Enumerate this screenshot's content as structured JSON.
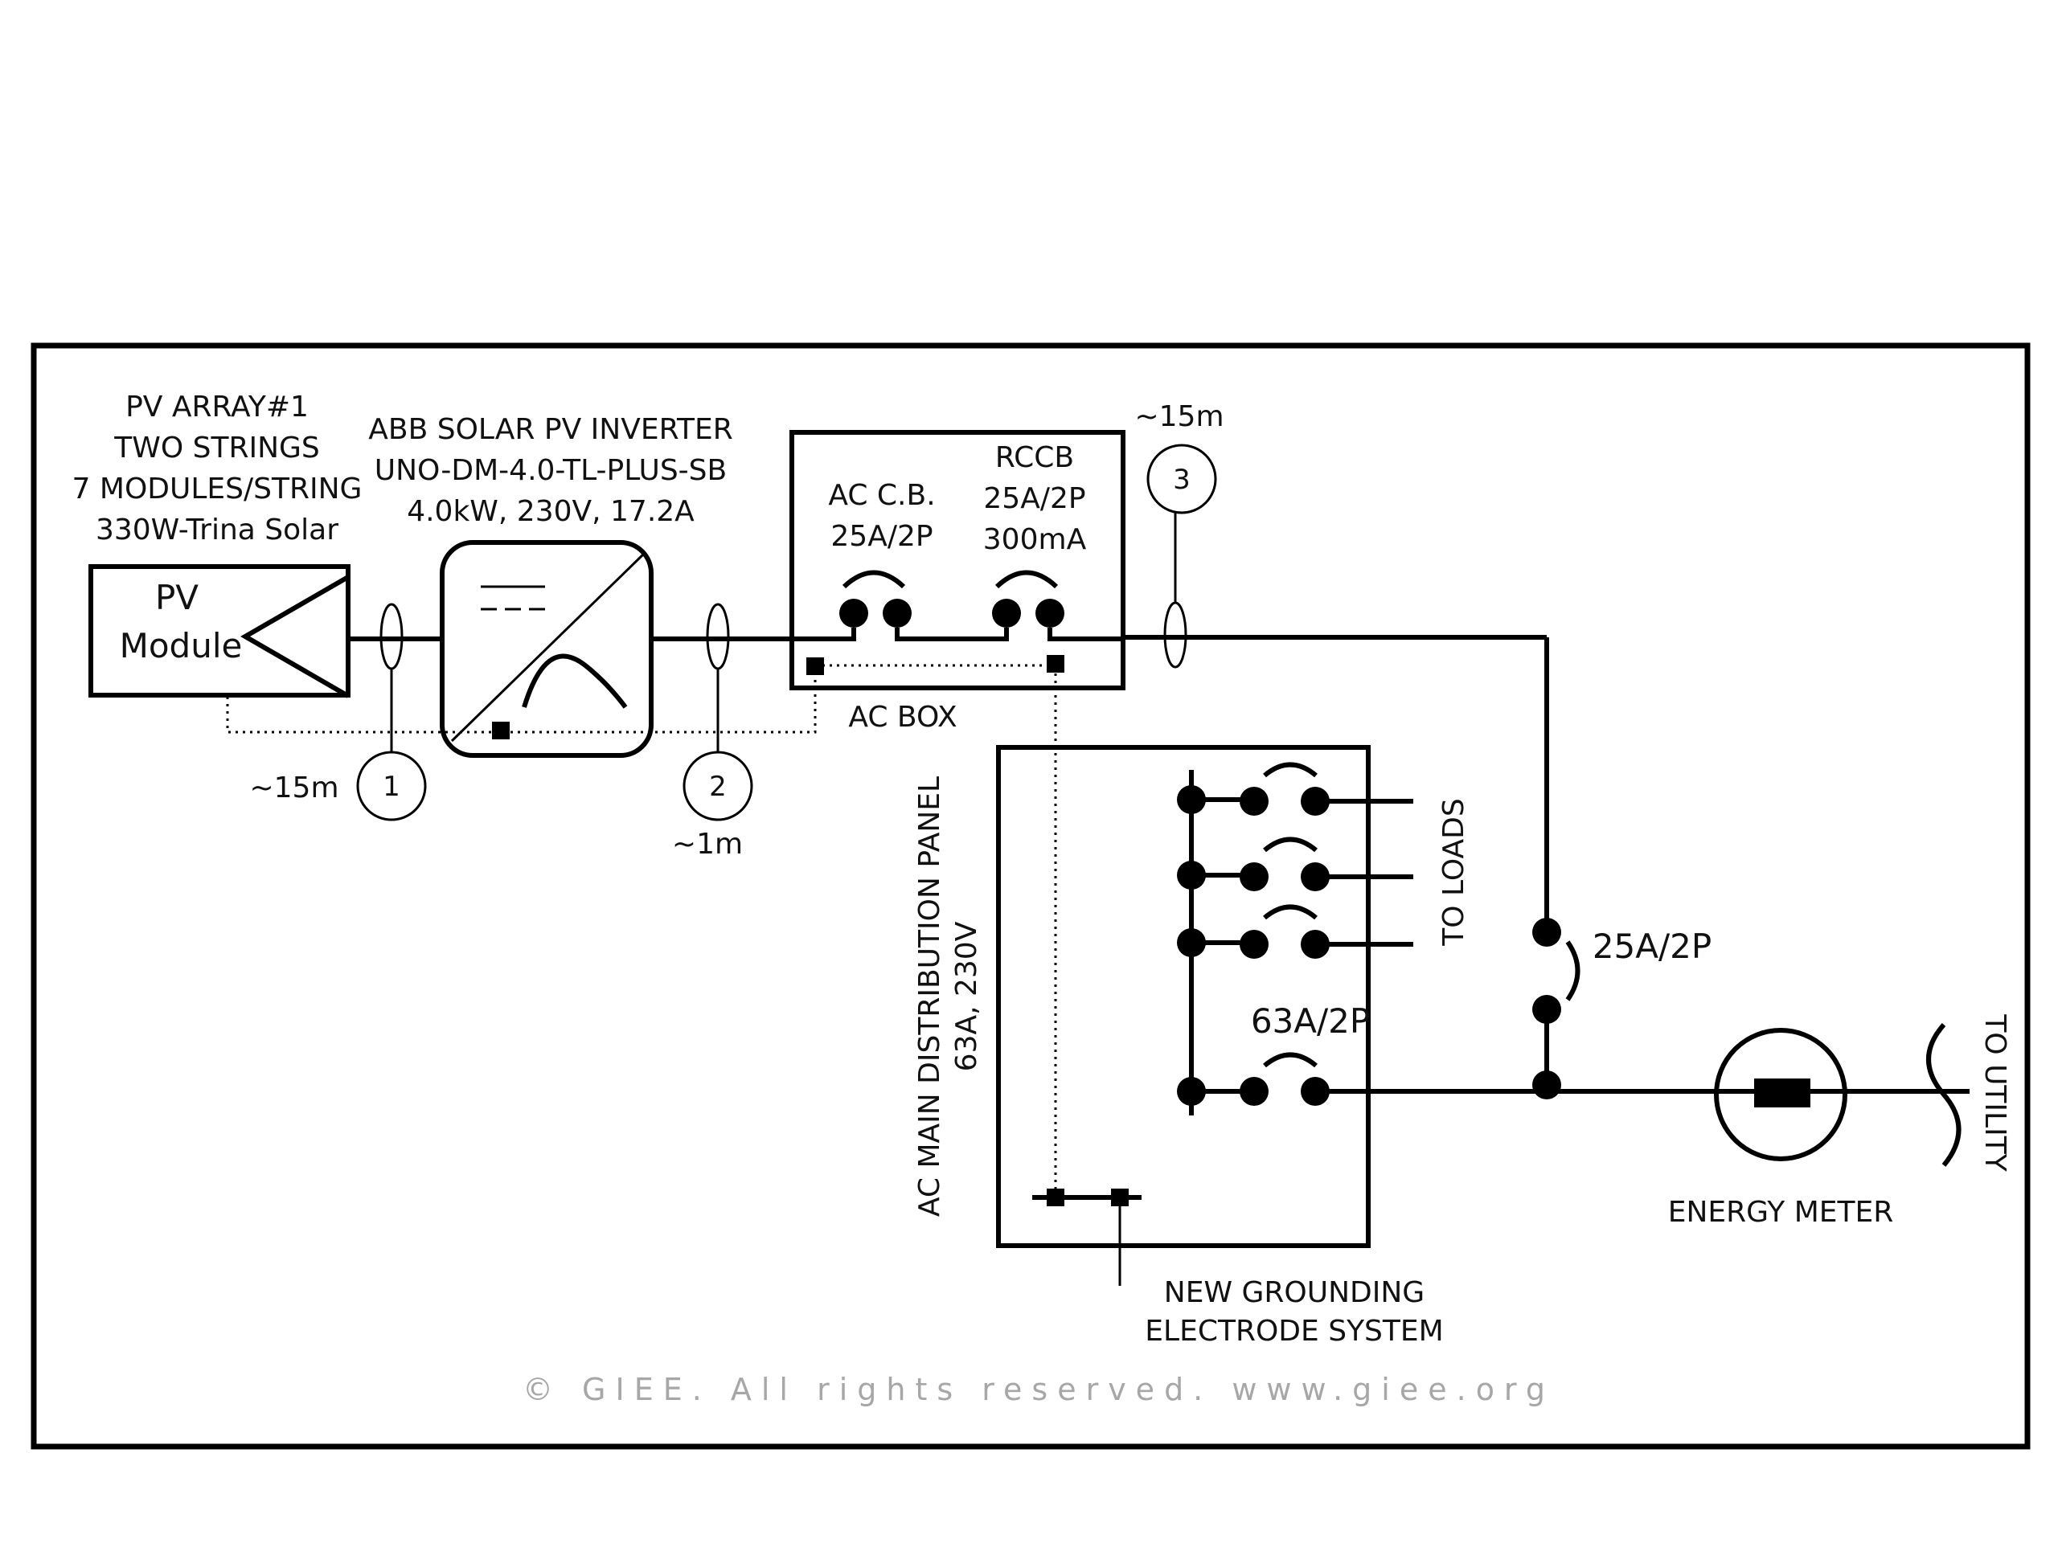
{
  "pv_array": {
    "lines": [
      "PV ARRAY#1",
      "TWO STRINGS",
      "7 MODULES/STRING",
      "330W-Trina Solar"
    ],
    "module_label_1": "PV",
    "module_label_2": "Module"
  },
  "inverter": {
    "lines": [
      "ABB  SOLAR PV INVERTER",
      "UNO-DM-4.0-TL-PLUS-SB",
      "4.0kW, 230V, 17.2A"
    ]
  },
  "ac_box": {
    "label": "AC BOX",
    "breaker_lines": [
      "AC C.B.",
      "25A/2P"
    ],
    "rccb_lines": [
      "RCCB",
      "25A/2P",
      "300mA"
    ]
  },
  "cables": [
    {
      "number": "1",
      "length": "~15m"
    },
    {
      "number": "2",
      "length": "~1m"
    },
    {
      "number": "3",
      "length": "~15m"
    }
  ],
  "distribution_panel": {
    "title_line_1": "AC MAIN DISTRIBUTION PANEL",
    "title_line_2": "63A, 230V",
    "main_breaker": "63A/2P",
    "loads_label": "TO LOADS"
  },
  "pv_breaker": "25A/2P",
  "energy_meter": "ENERGY METER",
  "utility": "TO UTILITY",
  "grounding": [
    "NEW GROUNDING",
    "ELECTRODE SYSTEM"
  ],
  "watermark": "© GIEE. All rights reserved. www.giee.org"
}
